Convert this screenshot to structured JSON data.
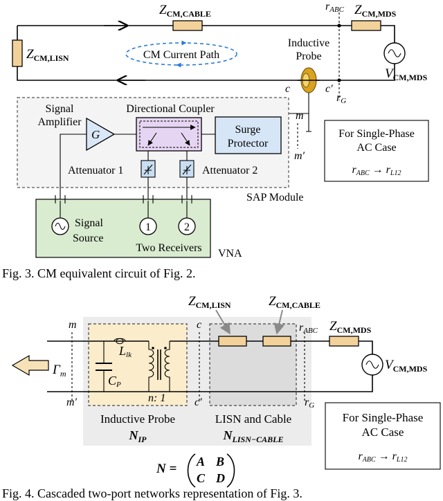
{
  "fig3": {
    "labels": {
      "z_cable": "Z",
      "z_cable_sub": "CM,CABLE",
      "z_lisn": "Z",
      "z_lisn_sub": "CM,LISN",
      "z_mds": "Z",
      "z_mds_sub": "CM,MDS",
      "v_mds": "V",
      "v_mds_sub": "CM,MDS",
      "r_abc": "r",
      "r_abc_sub": "ABC",
      "r_g": "r",
      "r_g_sub": "G",
      "cm_path": "CM Current Path",
      "inductive_probe_1": "Inductive",
      "inductive_probe_2": "Probe",
      "node_c": "c",
      "node_c_prime": "c′",
      "node_m": "m",
      "node_m_prime": "m′",
      "signal_amplifier_1": "Signal",
      "signal_amplifier_2": "Amplifier",
      "amp_gain": "G",
      "directional_coupler": "Directional Coupler",
      "surge_protector_1": "Surge",
      "surge_protector_2": "Protector",
      "attenuator_1": "Attenuator 1",
      "attenuator_2": "Attenuator 2",
      "sap_module": "SAP Module",
      "signal_source_1": "Signal",
      "signal_source_2": "Source",
      "receiver_1": "1",
      "receiver_2": "2",
      "two_receivers": "Two Receivers",
      "vna": "VNA",
      "single_phase_1": "For Single-Phase",
      "single_phase_2": "AC Case",
      "mapping_r1": "r",
      "mapping_r1_sub": "ABC",
      "mapping_arrow": " → ",
      "mapping_r2": "r",
      "mapping_r2_sub": "L12"
    },
    "caption": "Fig. 3. CM equivalent circuit of Fig. 2."
  },
  "fig4": {
    "labels": {
      "gamma": "Γ",
      "gamma_sub": "m",
      "node_m": "m",
      "node_m_prime": "m′",
      "node_c": "c",
      "node_c_prime": "c′",
      "l_lk": "L",
      "l_lk_sub": "lk",
      "c_p": "C",
      "c_p_sub": "P",
      "turns_ratio": "n: 1",
      "z_lisn": "Z",
      "z_lisn_sub": "CM,LISN",
      "z_cable": "Z",
      "z_cable_sub": "CM,CABLE",
      "r_abc": "r",
      "r_abc_sub": "ABC",
      "r_g": "r",
      "r_g_sub": "G",
      "z_mds": "Z",
      "z_mds_sub": "CM,MDS",
      "v_mds": "V",
      "v_mds_sub": "CM,MDS",
      "inductive_probe": "Inductive Probe",
      "n_ip": "N",
      "n_ip_sub": "IP",
      "lisn_cable": "LISN and Cable",
      "n_lc": "N",
      "n_lc_sub": "LISN−CABLE",
      "matrix_lhs": "N = ",
      "matrix_a": "A",
      "matrix_b": "B",
      "matrix_c": "C",
      "matrix_d": "D",
      "single_phase_1": "For Single-Phase",
      "single_phase_2": "AC Case",
      "mapping_r1": "r",
      "mapping_r1_sub": "ABC",
      "mapping_arrow": " → ",
      "mapping_r2": "r",
      "mapping_r2_sub": "L12"
    },
    "caption": "Fig. 4. Cascaded two-port networks representation of Fig. 3."
  },
  "colors": {
    "component_fill": "#f2d29a",
    "cm_path_blue": "#2b7bd6",
    "sap_box": "#f4f4f4",
    "coupler_fill": "#e6d5f2",
    "vna_fill": "#d9ecd0",
    "probe_box_fill": "#fbeccb",
    "lisn_box_fill": "#dcdcdc",
    "network_region_fill": "#ececec",
    "attenuator_fill": "#c9def2",
    "surge_fill": "#d6e6f6"
  }
}
